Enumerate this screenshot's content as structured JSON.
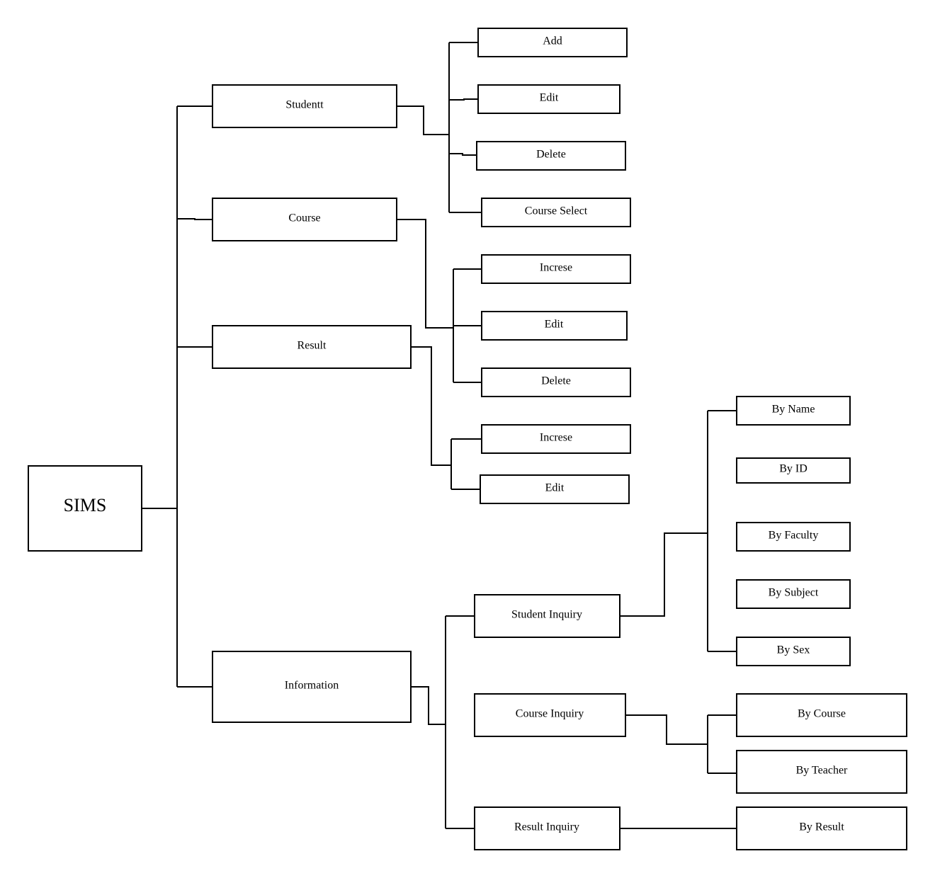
{
  "root": "SIMS",
  "modules": {
    "student": {
      "label": "Studentt",
      "children": [
        "Add",
        "Edit",
        "Delete",
        "Course Select"
      ]
    },
    "course": {
      "label": "Course",
      "children": [
        "Increse",
        "Edit",
        "Delete"
      ]
    },
    "result": {
      "label": "Result",
      "children": [
        "Increse",
        "Edit"
      ]
    },
    "information": {
      "label": "Information",
      "student_inquiry": {
        "label": "Student Inquiry",
        "children": [
          "By Name",
          "By ID",
          "By Faculty",
          "By Subject",
          "By Sex"
        ]
      },
      "course_inquiry": {
        "label": "Course Inquiry",
        "children": [
          "By Course",
          "By Teacher"
        ]
      },
      "result_inquiry": {
        "label": "Result Inquiry",
        "children": [
          "By Result"
        ]
      }
    }
  }
}
